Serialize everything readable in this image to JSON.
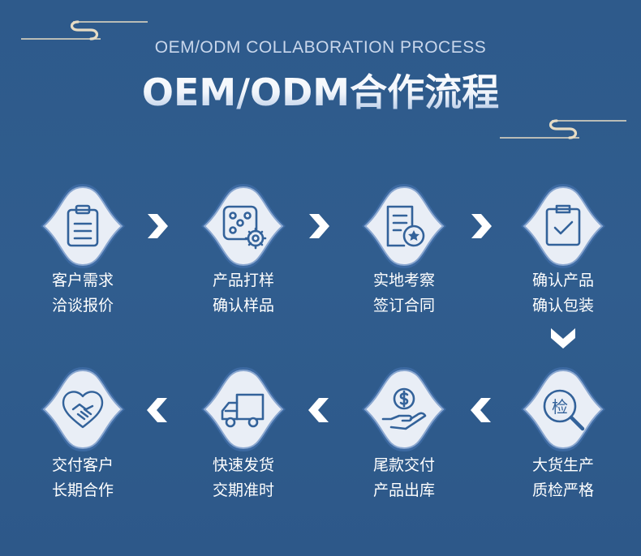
{
  "header": {
    "subtitle": "OEM/ODM COLLABORATION PROCESS",
    "title": "OEM/ODM合作流程"
  },
  "colors": {
    "background": "#2f5b8c",
    "badge_fill": "#e9eef6",
    "badge_ring": "#5b86bf",
    "icon_stroke": "#33629a",
    "arrow": "#ffffff",
    "deco_line": "#e7dcc4"
  },
  "steps": [
    {
      "icon": "clipboard-list-icon",
      "line1": "客户需求",
      "line2": "洽谈报价"
    },
    {
      "icon": "dice-gear-icon",
      "line1": "产品打样",
      "line2": "确认样品"
    },
    {
      "icon": "document-badge-icon",
      "line1": "实地考察",
      "line2": "签订合同"
    },
    {
      "icon": "clipboard-check-icon",
      "line1": "确认产品",
      "line2": "确认包装"
    },
    {
      "icon": "magnifier-inspect-icon",
      "icon_text": "检",
      "line1": "大货生产",
      "line2": "质检严格"
    },
    {
      "icon": "hand-coin-icon",
      "line1": "尾款交付",
      "line2": "产品出库"
    },
    {
      "icon": "truck-icon",
      "line1": "快速发货",
      "line2": "交期准时"
    },
    {
      "icon": "handshake-icon",
      "line1": "交付客户",
      "line2": "长期合作"
    }
  ]
}
